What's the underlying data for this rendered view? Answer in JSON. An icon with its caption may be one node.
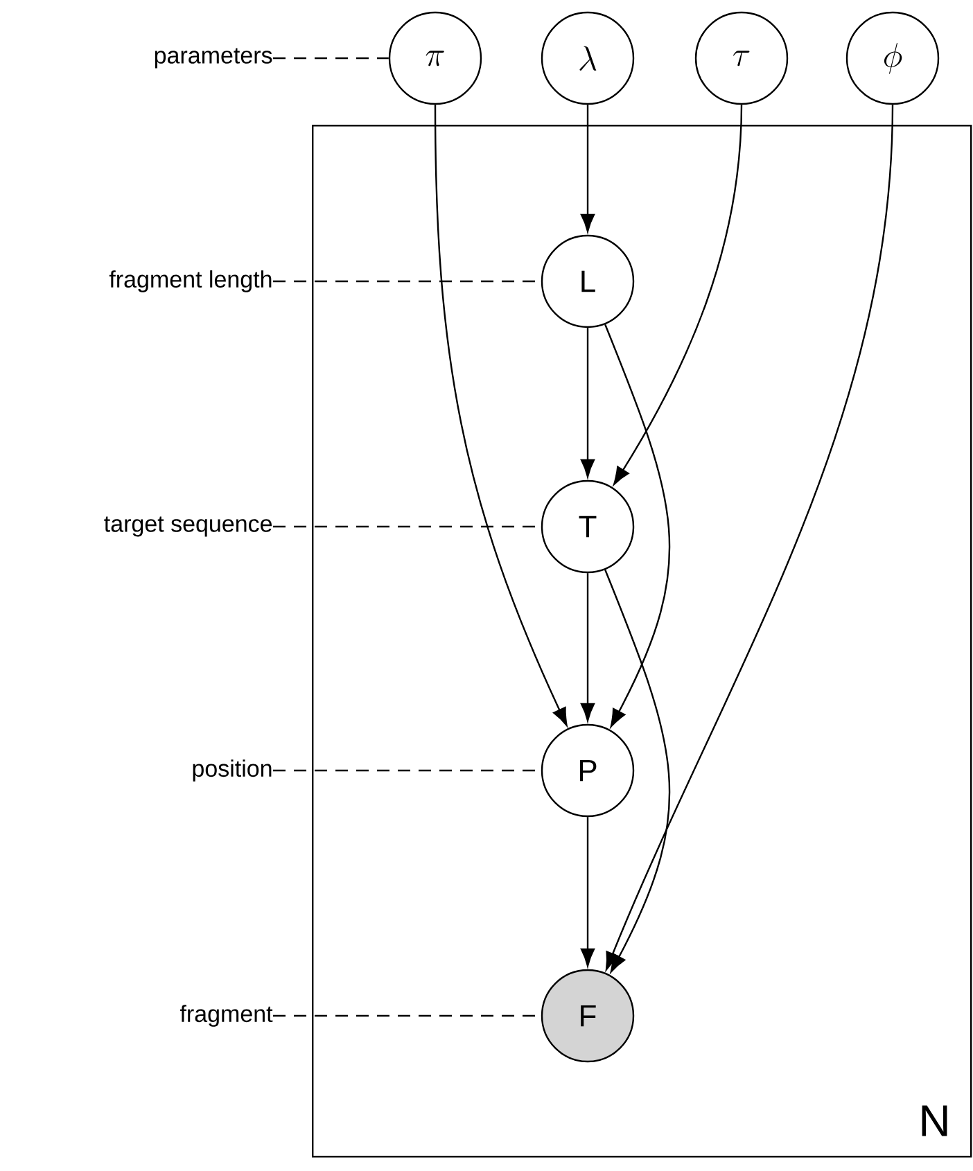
{
  "diagram": {
    "nodes": [
      {
        "text": [
          "parameters"
        ]
      },
      {
        "text": [
          "\\pi"
        ]
      },
      {
        "text": [
          "\\lambda"
        ]
      },
      {
        "text": [
          "\\tau"
        ]
      },
      {
        "text": [
          "\\phi"
        ]
      },
      {
        "text": [
          "N"
        ]
      },
      {
        "text": [
          "fragment length"
        ]
      },
      {
        "text": [
          "L"
        ],
        "in": 5
      },
      {
        "text": [
          "target sequence"
        ]
      },
      {
        "text": [
          "T"
        ],
        "in": 5
      },
      {
        "text": [
          "position"
        ]
      },
      {
        "text": [
          "P"
        ],
        "in": 5
      },
      {
        "text": [
          "fragment"
        ]
      },
      {
        "text": [
          "F"
        ],
        "in": 5
      }
    ],
    "edges": [
      {
        "from": 1,
        "to": 11,
        "arrow": "to"
      },
      {
        "from": 2,
        "to": 7,
        "arrow": "to"
      },
      {
        "from": 3,
        "to": 9,
        "arrow": "to"
      },
      {
        "from": 4,
        "to": 13,
        "arrow": "to"
      },
      {
        "from": 7,
        "to": 9,
        "arrow": "to"
      },
      {
        "from": 7,
        "to": 11,
        "arrow": "to"
      },
      {
        "from": 9,
        "to": 11,
        "arrow": "to"
      },
      {
        "from": 9,
        "to": 13,
        "arrow": "to"
      },
      {
        "from": 11,
        "to": 13,
        "arrow": "to"
      },
      {
        "from": 0,
        "to": 1,
        "arrow": "none",
        "style": "dashed"
      },
      {
        "from": 6,
        "to": 7,
        "arrow": "none",
        "style": "dashed"
      },
      {
        "from": 8,
        "to": 9,
        "arrow": "none",
        "style": "dashed"
      },
      {
        "from": 10,
        "to": 11,
        "arrow": "none",
        "style": "dashed"
      },
      {
        "from": 12,
        "to": 13,
        "arrow": "none",
        "style": "dashed"
      }
    ]
  }
}
